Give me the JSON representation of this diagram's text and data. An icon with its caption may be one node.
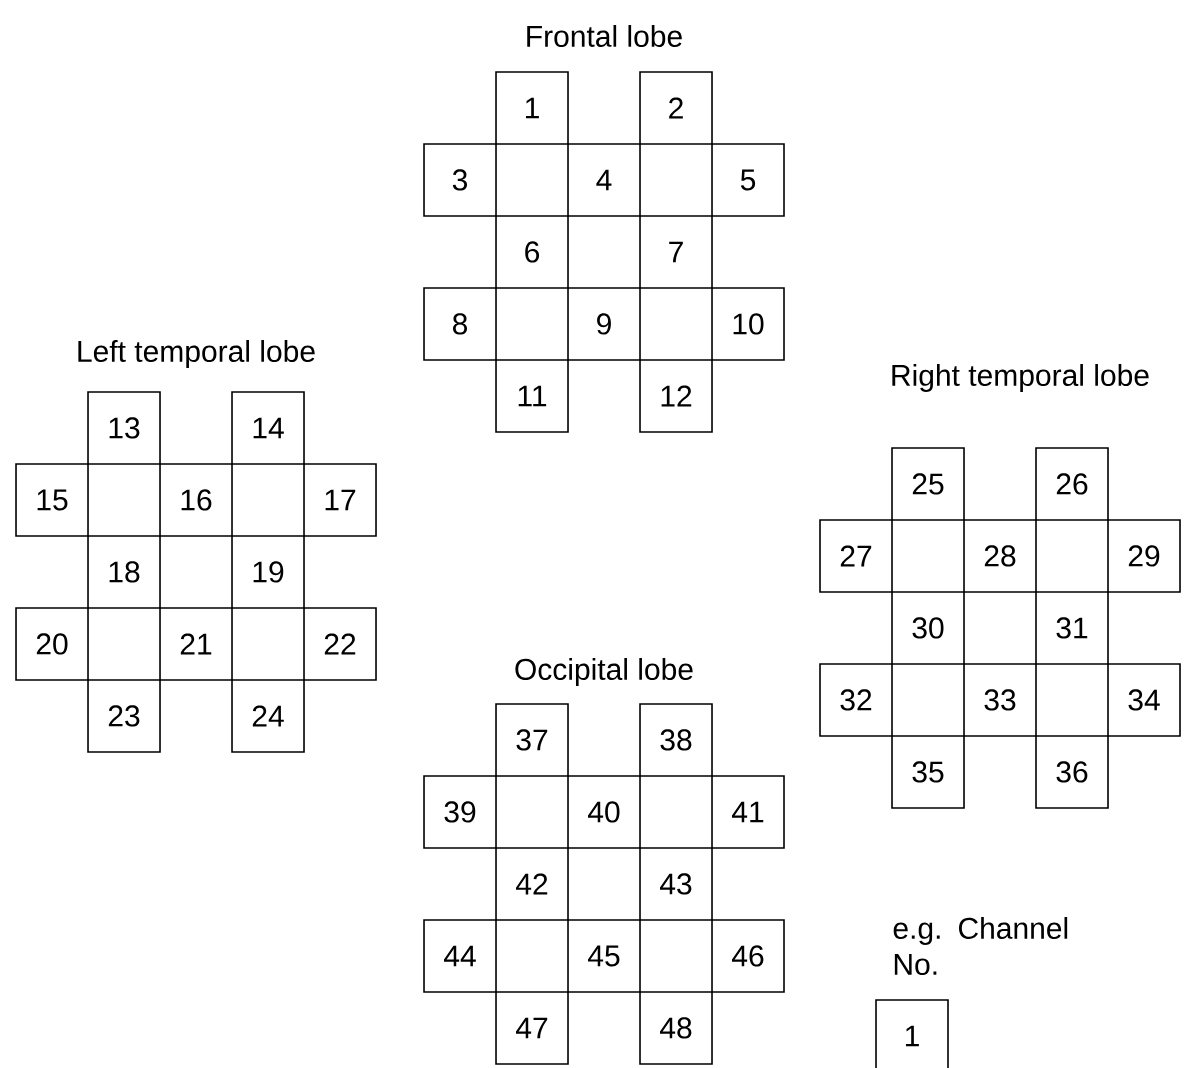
{
  "diagram": {
    "nodes": [
      {
        "text": [
          "1"
        ]
      },
      {
        "text": [
          "2"
        ]
      },
      {
        "text": [
          "3"
        ]
      },
      {
        "text": [
          "4"
        ]
      },
      {
        "text": [
          "5"
        ]
      },
      {
        "text": [
          "6"
        ]
      },
      {
        "text": [
          "7"
        ]
      },
      {
        "text": [
          "8"
        ]
      },
      {
        "text": [
          "9"
        ]
      },
      {
        "text": [
          "10"
        ]
      },
      {
        "text": [
          "11"
        ]
      },
      {
        "text": [
          "12"
        ]
      },
      {
        "text": [
          "13"
        ]
      },
      {
        "text": [
          "14"
        ]
      },
      {
        "text": [
          "15"
        ]
      },
      {
        "text": [
          "16"
        ]
      },
      {
        "text": [
          "17"
        ]
      },
      {
        "text": [
          "18"
        ]
      },
      {
        "text": [
          "19"
        ]
      },
      {
        "text": [
          "20"
        ]
      },
      {
        "text": [
          "21"
        ]
      },
      {
        "text": [
          "22"
        ]
      },
      {
        "text": [
          "23"
        ]
      },
      {
        "text": [
          "24"
        ]
      },
      {
        "text": [
          "25"
        ]
      },
      {
        "text": [
          "26"
        ]
      },
      {
        "text": [
          "27"
        ]
      },
      {
        "text": [
          "28"
        ]
      },
      {
        "text": [
          "29"
        ]
      },
      {
        "text": [
          "30"
        ]
      },
      {
        "text": [
          "31"
        ]
      },
      {
        "text": [
          "32"
        ]
      },
      {
        "text": [
          "33"
        ]
      },
      {
        "text": [
          "34"
        ]
      },
      {
        "text": [
          "35"
        ]
      },
      {
        "text": [
          "36"
        ]
      },
      {
        "text": [
          "37"
        ]
      },
      {
        "text": [
          "38"
        ]
      },
      {
        "text": [
          "39"
        ]
      },
      {
        "text": [
          "40"
        ]
      },
      {
        "text": [
          "41"
        ]
      },
      {
        "text": [
          "42"
        ]
      },
      {
        "text": [
          "43"
        ]
      },
      {
        "text": [
          "44"
        ]
      },
      {
        "text": [
          "45"
        ]
      },
      {
        "text": [
          "46"
        ]
      },
      {
        "text": [
          "47"
        ]
      },
      {
        "text": [
          "48"
        ]
      },
      {
        "text": [
          "1"
        ]
      }
    ],
    "labels": [
      "Frontal lobe",
      "Left temporal lobe",
      "Right temporal lobe",
      "Occipital lobe",
      "e.g. Channel No."
    ]
  }
}
